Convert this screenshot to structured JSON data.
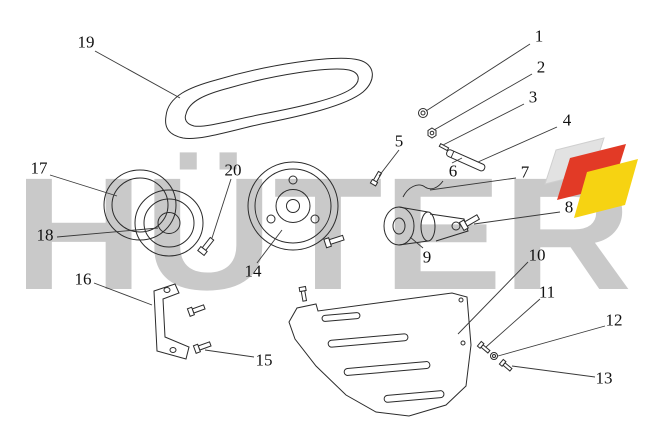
{
  "watermark": {
    "text": "HÜTER",
    "color": "#c9c9c9"
  },
  "logo": {
    "silver": "#e2e2e2",
    "red": "#e23a26",
    "yellow": "#f6d312"
  },
  "parts": [
    {
      "label": "1"
    },
    {
      "label": "2"
    },
    {
      "label": "3"
    },
    {
      "label": "4"
    },
    {
      "label": "5"
    },
    {
      "label": "6"
    },
    {
      "label": "7"
    },
    {
      "label": "8"
    },
    {
      "label": "9"
    },
    {
      "label": "10"
    },
    {
      "label": "11"
    },
    {
      "label": "12"
    },
    {
      "label": "13"
    },
    {
      "label": "14"
    },
    {
      "label": "15"
    },
    {
      "label": "16"
    },
    {
      "label": "17"
    },
    {
      "label": "18"
    },
    {
      "label": "19"
    },
    {
      "label": "20"
    }
  ]
}
